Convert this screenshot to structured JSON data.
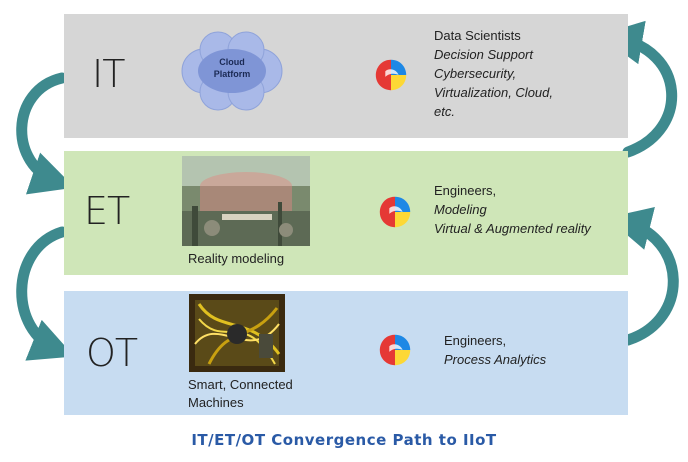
{
  "title": "IT/ET/OT Convergence Path to IIoT",
  "colors": {
    "it_band": "#d6d6d6",
    "et_band": "#cfe6b8",
    "ot_band": "#c7dcf1",
    "arrow": "#3e8a8e",
    "title": "#2a5aa6"
  },
  "layers": [
    {
      "label": "IT",
      "image": {
        "kind": "cloud-icon",
        "text_line1": "Cloud",
        "text_line2": "Platform"
      },
      "logo": "multicolor-swirl-icon",
      "description": [
        {
          "text": "Data Scientists",
          "italic": false
        },
        {
          "text": "Decision Support",
          "italic": true
        },
        {
          "text": "Cybersecurity,",
          "italic": true
        },
        {
          "text": "Virtualization, Cloud,",
          "italic": true
        },
        {
          "text": "etc.",
          "italic": true
        }
      ]
    },
    {
      "label": "ET",
      "image": {
        "kind": "industrial-plant-photo",
        "caption": "Reality modeling"
      },
      "logo": "multicolor-swirl-icon",
      "description": [
        {
          "text": "Engineers,",
          "italic": false
        },
        {
          "text": "Modeling",
          "italic": true
        },
        {
          "text": "Virtual & Augmented reality",
          "italic": true
        }
      ]
    },
    {
      "label": "OT",
      "image": {
        "kind": "machine-cables-photo",
        "caption_line1": "Smart, Connected",
        "caption_line2": "Machines"
      },
      "logo": "multicolor-swirl-icon",
      "description": [
        {
          "text": "Engineers,",
          "italic": false
        },
        {
          "text": "Process Analytics",
          "italic": true
        }
      ]
    }
  ]
}
